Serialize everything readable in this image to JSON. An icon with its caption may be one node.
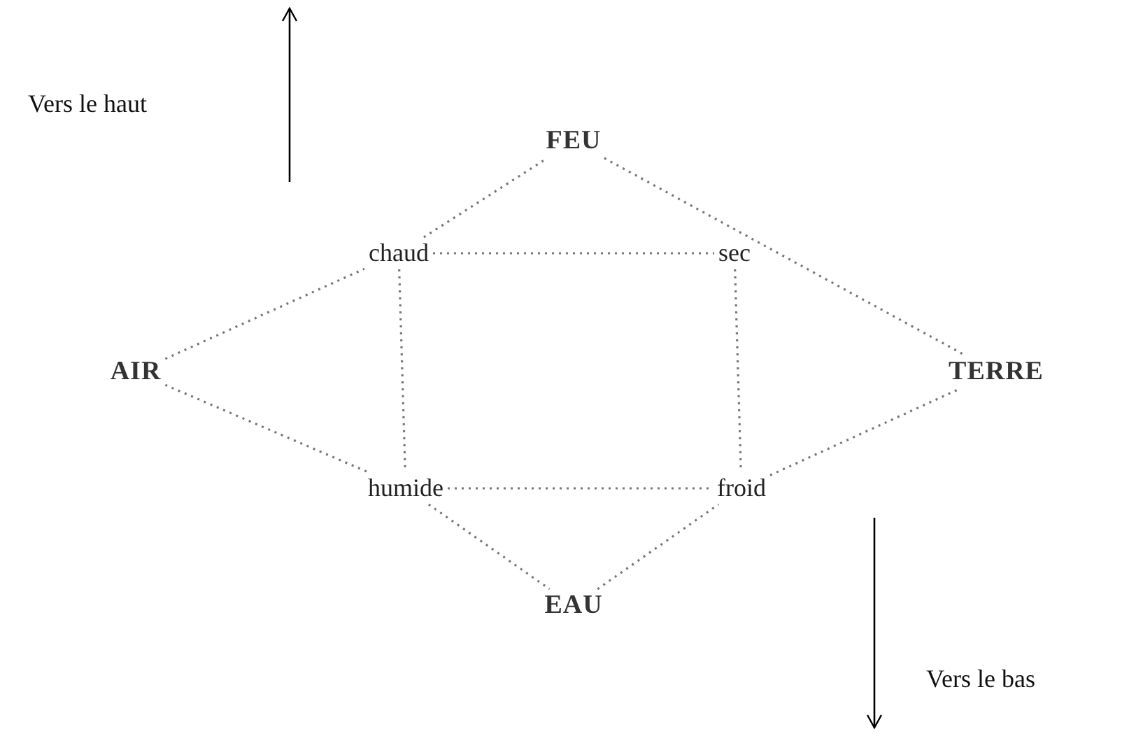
{
  "diagram": {
    "nodes": [
      {
        "text": [
          "FEU"
        ]
      },
      {
        "text": [
          "chaud"
        ]
      },
      {
        "text": [
          "sec"
        ]
      },
      {
        "text": [
          "AIR"
        ]
      },
      {
        "text": [
          "TERRE"
        ]
      },
      {
        "text": [
          "humide"
        ]
      },
      {
        "text": [
          "froid"
        ]
      },
      {
        "text": [
          "EAU"
        ]
      }
    ],
    "edges": [
      {
        "from": 3,
        "to": 1,
        "arrow": "none"
      },
      {
        "from": 1,
        "to": 0,
        "arrow": "none"
      },
      {
        "from": 0,
        "to": 4,
        "arrow": "none"
      },
      {
        "from": 1,
        "to": 2,
        "arrow": "none"
      },
      {
        "from": 1,
        "to": 5,
        "arrow": "none"
      },
      {
        "from": 2,
        "to": 6,
        "arrow": "none"
      },
      {
        "from": 3,
        "to": 5,
        "arrow": "none"
      },
      {
        "from": 5,
        "to": 6,
        "arrow": "none"
      },
      {
        "from": 5,
        "to": 7,
        "arrow": "none"
      },
      {
        "from": 6,
        "to": 4,
        "arrow": "none"
      },
      {
        "from": 7,
        "to": 6,
        "arrow": "none"
      }
    ],
    "labels": [
      "Vers le haut",
      "Vers le bas"
    ]
  }
}
